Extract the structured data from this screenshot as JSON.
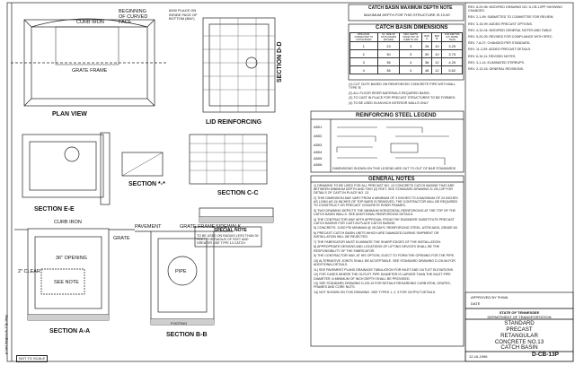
{
  "views": {
    "plan_view": "PLAN VIEW",
    "section_dd": "SECTION D-D",
    "lid_reinforcing": "LID REINFORCING",
    "section_cc": "SECTION C-C",
    "section_ee": "SECTION E-E",
    "section_star": "SECTION *-*",
    "section_aa": "SECTION A-A",
    "section_bb": "SECTION B-B"
  },
  "plan_labels": {
    "beginning_curve": "BEGINNING OF CURVED FACE",
    "grate_frame": "GRATE FRAME",
    "curb_iron": "CURB IRON",
    "pipe_opening": "6000 PLACE ON INSIDE FACE OF BOTTOM (BAY)"
  },
  "section_labels": {
    "curb_iron": "CURB IRON",
    "grate": "GRATE",
    "grate_frame": "GRATE FRAME",
    "pavement": "PAVEMENT",
    "sidewalk": "SIDEWALK",
    "pipe": "PIPE",
    "basin_width": "36\" OPENING",
    "clear": "2\" CLEAR",
    "stub": "SEE NOTE",
    "footing": "FOOTING"
  },
  "special_note": {
    "title": "SPECIAL NOTE",
    "text": "TO BE USED ON RADIUS LESS THAN 30 FEET. FOR RADIUS OF FEET AND GREATER USE TYPE 13 CATCH"
  },
  "max_depth": {
    "title": "CATCH BASIN MAXIMUM DEPTH NOTE",
    "text": "MAXIMUM DEPTH FOR THIS STRUCTURE IS 10.00'"
  },
  "dimensions_table": {
    "title": "CATCH BASIN DIMENSIONS",
    "headers": [
      "PIPE DIAM. CONNECTED TO CATCH BASIN",
      "I.D. SIZE OF CATCH BASIN (INCHES)",
      "MAX. DEPTH FROM TOP OF CURB TO INV.",
      "BAR 'A'",
      "BAR 'B'",
      "FOR DEPTHS (FT) MORE THAN"
    ],
    "rows": [
      [
        "1",
        "24",
        "3",
        "28",
        "10",
        "3.25"
      ],
      [
        "2",
        "30",
        "3",
        "30",
        "10",
        "3.75"
      ],
      [
        "3",
        "36",
        "4",
        "38",
        "12",
        "4.25"
      ],
      [
        "4",
        "36",
        "4",
        "48",
        "12",
        "5.62"
      ]
    ],
    "notes": [
      "(1) CUT OUTS BASED ON REINFORCED CONCRETE PIPE WITH WALL TYPE 'B'",
      "(2) ALL FLOOR RISER MATERIALS REQUIRED BASIN",
      "(3) TO CAST IN PLACE FOR PRECAST STRUCTURES TO BE FORMED",
      "(4) TO BE USED IN AN INCH INTERIOR WALLS ONLY"
    ]
  },
  "reinforcing_legend": {
    "title": "REINFORCING STEEL LEGEND",
    "rows": [
      "A501",
      "A502",
      "A503",
      "A504",
      "A505",
      "A506"
    ],
    "note": "DIMENSIONS SHOWN ON THIS LEGEND ARE OUT TO OUT OF BAR STANDARDS"
  },
  "general_notes": {
    "title": "GENERAL NOTES",
    "items": [
      "1) DRAWING TO BE USED FOR ALL PRECAST NO. 13 CONCRETE CATCH BASINS THAT ARE BETWEEN MINIMUM DEPTH AND TWO (2) FEET. SEE STANDARD DRAWING D-CB-13P FOR DETAILS OF CAST IN PLACE NO. 13.",
      "2) THIS DIMENSION MAY VARY FROM A MINIMUM OF 3 INCHES TO A MAXIMUM OF 24 INCHES AS LONG AS 24 INCHES OF TOP BARS IS REMOVED. THE CONTRACTOR WILL BE REQUIRED TO CONSTRUCT OR PRECAST CONCRETE RISER FRAMES.",
      "3) TWO DRAWING DEPICTS THE MINIMUM HORIZONTAL REINFORCING AT THE TOP OF THE CATCH BASIN WALLS. SEE ADDITIONAL REINFORCING DETAILS.",
      "4) THE CONTRACTOR MAY WITH APPROVAL FROM THE ENGINEER SUBSTITUTE PRECAST CATCH BASINS FOR CAST-IN-PLACE CATCH BASINS.",
      "5) CONCRETE: 3,000 PSI MINIMUM @ 28 DAYS. REINFORCING STEEL: ASTM A615, GRADE 60.",
      "6) PRECAST CATCH BASIN UNITS WHICH ARE DAMAGED DURING SHIPMENT OR INSTALLATION WILL BE REJECTED.",
      "7) THE FABRICATOR MUST ELIMINATE THE SHARP EDGES OF THE INSTALLATION.",
      "8) APPROPRIATE DESIGNS AND LOCATIONS OF LIFTING DEVICES SHALL BE THE RESPONSIBILITY OF THE FABRICATOR.",
      "9) THE CONTRACTOR MAY, AT HIS OPTION, ELECT TO FORM THE OPENING FOR THE PIPE.",
      "10) ALTERNATIVE JOINTS SHALL BE ACCEPTABLE. SEE STANDARD DRAWING D-CB-9A FOR ADDITIONAL DETAILS.",
      "11) SEE PAVEMENT PLANS DRAINAGE TABULATION FOR INLET AND OUTLET ELEVATIONS.",
      "12) FOR CASES WHERE THE OUTLET PIPE DIAMETER IS LARGER THAN THE INLET PIPE DIAMETER, A MINIMUM OF INCH DEPTH SHALL BE PROVIDED.",
      "13) SEE STANDARD DRAWING D-CB-13 FOR DETAILS REGARDING CURB IRON, GRATES, FRAMES AND CORE NUTS.",
      "14) NOT SHOWN ON THIS DRAWING. SEE TYPES 1, 2, 3 FOR OUTPUT DETAILS."
    ]
  },
  "revisions": [
    "REV. 8-29-98: MODIFIED DRAWING NO. D-CB-13PP SHOWING CHANGES.",
    "REV. 2-1-99: SUBMITTED TO COMMITTEE FOR REVIEW.",
    "REV. 3-15-99: ADDED PRECAST OPTIONS.",
    "REV. 4-10-04: MODIFIED GENERAL NOTES AND TABLE.",
    "REV. 5-20-05: REVISED FOR COMPLIANCE WITH SPEC.",
    "REV. 7-8-07: CHANGED PER STANDARD.",
    "REV. 11-2-09: ADDED PRECAST DETAILS.",
    "REV. 6-15-11: REVISED NOTES.",
    "REV. 3-1-14: ELIMINATED STIRRUPS.",
    "REV. 2-13-16: GENERAL REVISIONS."
  ],
  "approval": {
    "approved": "APPROVED BY FHWA",
    "date": "DATE"
  },
  "state_block": {
    "line1": "STATE OF TENNESSEE",
    "line2": "DEPARTMENT OF TRANSPORTATION"
  },
  "drawing_title": {
    "line1": "STANDARD",
    "line2": "PRECAST",
    "line3": "RETANGULAR",
    "line4": "CONCRETE NO.13",
    "line5": "CATCH BASIN"
  },
  "drawing_number": "D-CB-13P",
  "drawing_date": "12-16-1996",
  "not_to_scale": "NOT TO SCALE",
  "file_path": "p:\\std.dwg\\d-cb-13p.dwg"
}
